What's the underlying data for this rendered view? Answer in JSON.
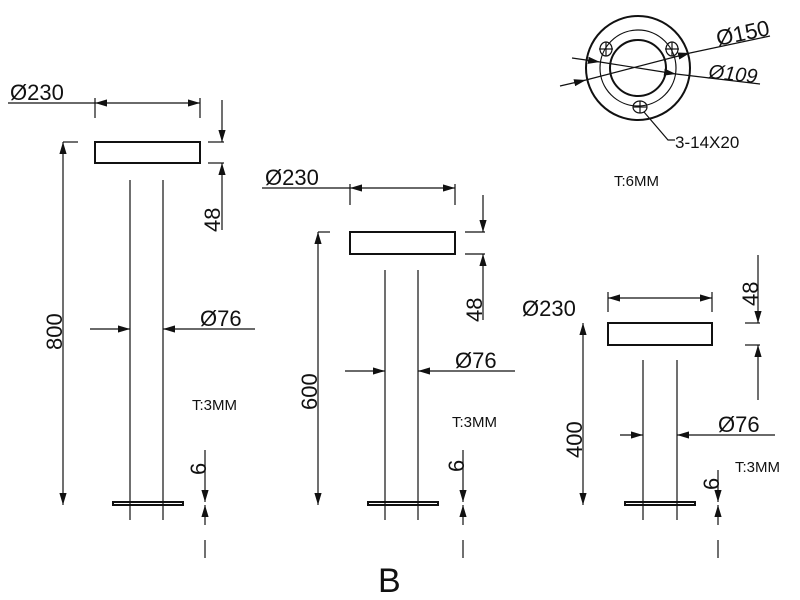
{
  "flange": {
    "outer_dia": "Ø150",
    "pcd_dia": "Ø109",
    "holes": "3-14X20",
    "thickness": "T:6MM"
  },
  "stands": [
    {
      "cap_dia": "Ø230",
      "cap_height": "48",
      "height": "800",
      "tube_dia": "Ø76",
      "thickness": "T:3MM",
      "base": "6"
    },
    {
      "cap_dia": "Ø230",
      "cap_height": "48",
      "height": "600",
      "tube_dia": "Ø76",
      "thickness": "T:3MM",
      "base": "6"
    },
    {
      "cap_dia": "Ø230",
      "cap_height": "48",
      "height": "400",
      "tube_dia": "Ø76",
      "thickness": "T:3MM",
      "base": "6"
    }
  ],
  "label": "B"
}
